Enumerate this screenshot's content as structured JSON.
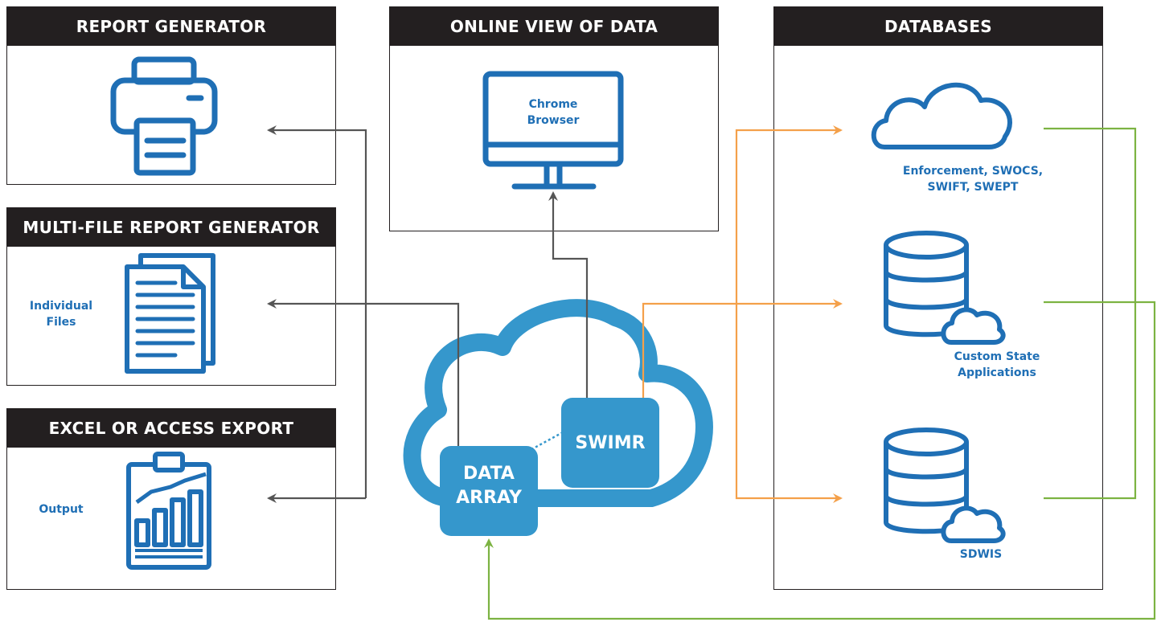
{
  "panels": {
    "report_generator": "REPORT GENERATOR",
    "multi_file": "MULTI-FILE REPORT GENERATOR",
    "excel_export": "EXCEL OR ACCESS EXPORT",
    "online_view": "ONLINE VIEW OF DATA",
    "databases": "DATABASES"
  },
  "labels": {
    "chrome_line1": "Chrome",
    "chrome_line2": "Browser",
    "individual_line1": "Individual",
    "individual_line2": "Files",
    "output": "Output",
    "enforcement_line1": "Enforcement, SWOCS,",
    "enforcement_line2": "SWIFT, SWEPT",
    "custom_line1": "Custom State",
    "custom_line2": "Applications",
    "sdwis": "SDWIS"
  },
  "cloud": {
    "data_array_line1": "DATA",
    "data_array_line2": "ARRAY",
    "swimr": "SWIMR"
  },
  "colors": {
    "icon_blue": "#1f6fb5",
    "cloud_blue": "#3597cc",
    "arrow_gray": "#555555",
    "arrow_orange": "#f4a04a",
    "arrow_green": "#7cb342",
    "header_black": "#231f20"
  },
  "icons": [
    "printer-icon",
    "documents-icon",
    "clipboard-chart-icon",
    "monitor-icon",
    "cloud-icon",
    "database-cloud-icon"
  ]
}
